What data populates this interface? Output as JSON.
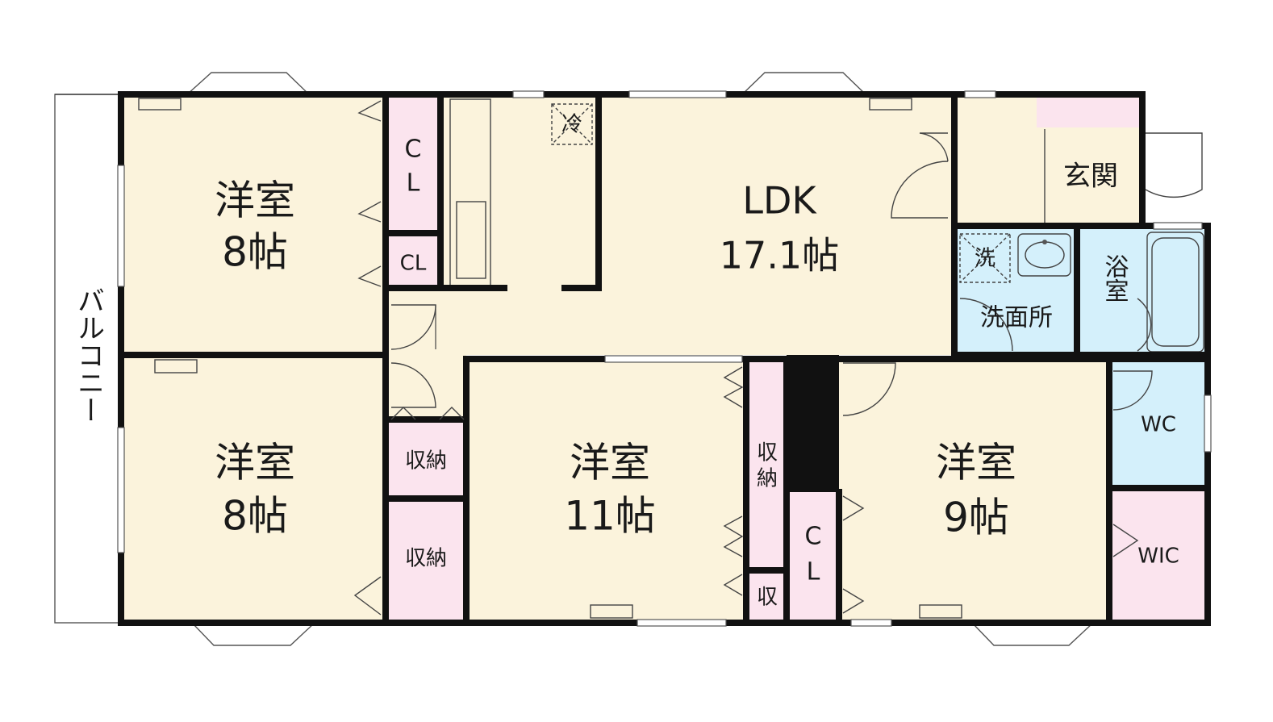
{
  "colors": {
    "room_beige": "#fbf3dc",
    "storage_pink": "#fbe4ee",
    "wet_blue": "#d4f0fb",
    "wall": "#111111"
  },
  "rooms": {
    "ldk": {
      "name": "LDK",
      "size": "17.1帖"
    },
    "room_nw": {
      "name": "洋室",
      "size": "8帖"
    },
    "room_sw": {
      "name": "洋室",
      "size": "8帖"
    },
    "room_center": {
      "name": "洋室",
      "size": "11帖"
    },
    "room_east": {
      "name": "洋室",
      "size": "9帖"
    },
    "entrance": "玄関",
    "washroom": "洗面所",
    "bath": "浴室",
    "toilet": "WC",
    "walk_in_closet": "WIC",
    "balcony": "バルコニー"
  },
  "storage": {
    "cl_tall_top": "C",
    "cl_tall_bottom": "L",
    "cl_small": "CL",
    "shuno_upper": "収納",
    "shuno_lower": "収納",
    "shuno_vertical_top": "収",
    "shuno_vertical_bottom": "納",
    "shu_small": "収",
    "cl_east_top": "C",
    "cl_east_bottom": "L"
  },
  "fixtures": {
    "fridge": "冷",
    "washer": "洗"
  }
}
